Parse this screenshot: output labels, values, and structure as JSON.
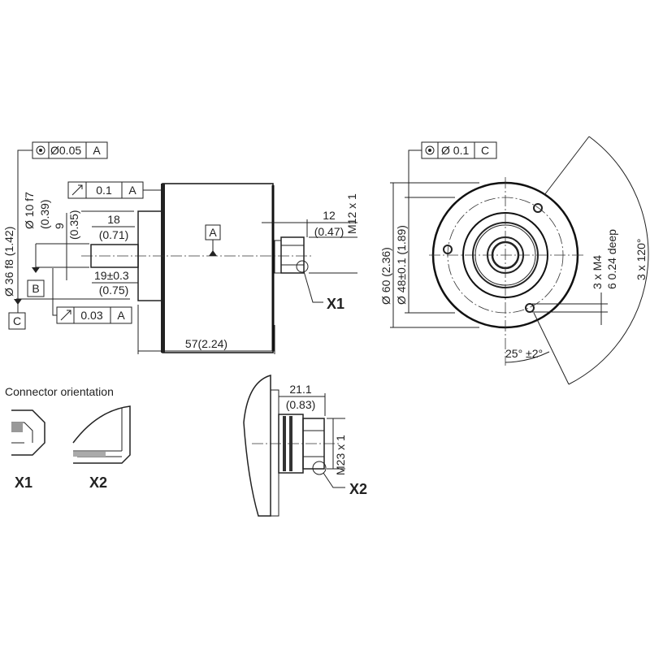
{
  "side_view": {
    "fcf_concentricity": {
      "symbol": "concentricity",
      "tolerance": "Ø0.05",
      "datum": "A"
    },
    "fcf_runout_face": {
      "symbol": "runout",
      "tolerance": "0.1",
      "datum": "A"
    },
    "fcf_runout_shaft": {
      "symbol": "runout",
      "tolerance": "0.03",
      "datum": "A"
    },
    "datum_a": "A",
    "datum_b": "B",
    "datum_c": "C",
    "dim_flange_dia": "Ø 36 f8 (1.42)",
    "dim_shaft_dia": "Ø 10 f7",
    "dim_shaft_dia_in": "(0.39)",
    "dim_9": "9",
    "dim_9_in": "(0.35)",
    "dim_18": "18",
    "dim_18_in": "(0.71)",
    "dim_19": "19±0.3",
    "dim_19_in": "(0.75)",
    "dim_57": "57(2.24)",
    "dim_12": "12",
    "dim_12_in": "(0.47)",
    "thread_m12": "M12 x 1",
    "callout_x1": "X1"
  },
  "front_view": {
    "fcf_concentricity": {
      "symbol": "concentricity",
      "tolerance": "Ø 0.1",
      "datum": "C"
    },
    "dim_60": "Ø 60 (2.36)",
    "dim_48": "Ø 48±0.1 (1.89)",
    "holes": "3 x M4",
    "holes_depth": "6 0.24 deep",
    "angle_spacing": "3 x 120°",
    "angle_offset": "25° ±2°"
  },
  "connector_orientation": {
    "title": "Connector orientation",
    "x1_label": "X1",
    "x2_label": "X2"
  },
  "m23_view": {
    "dim_21": "21.1",
    "dim_21_in": "(0.83)",
    "thread_m23": "M23 x 1",
    "callout_x2": "X2"
  }
}
